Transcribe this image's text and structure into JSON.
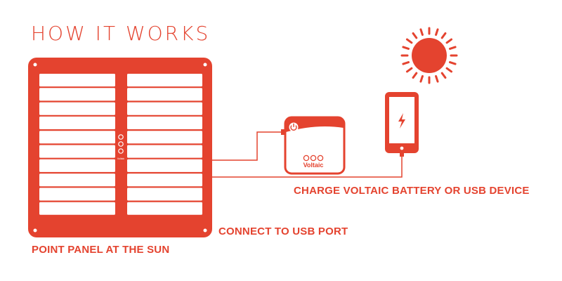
{
  "accent_color": "#e4432f",
  "background_color": "#ffffff",
  "title": "HOW IT WORKS",
  "steps": {
    "point_panel": "POINT PANEL AT THE SUN",
    "connect_usb": "CONNECT TO USB PORT",
    "charge_device": "CHARGE VOLTAIC BATTERY OR USB DEVICE"
  },
  "battery": {
    "brand": "Voltaic"
  },
  "panel": {
    "brand": "Voltaic"
  },
  "icons": {
    "solar_panel": "solar-panel-icon",
    "battery": "battery-pack-icon",
    "phone": "phone-icon",
    "sun": "sun-icon",
    "lightning": "lightning-bolt-icon",
    "power": "power-button-icon"
  }
}
